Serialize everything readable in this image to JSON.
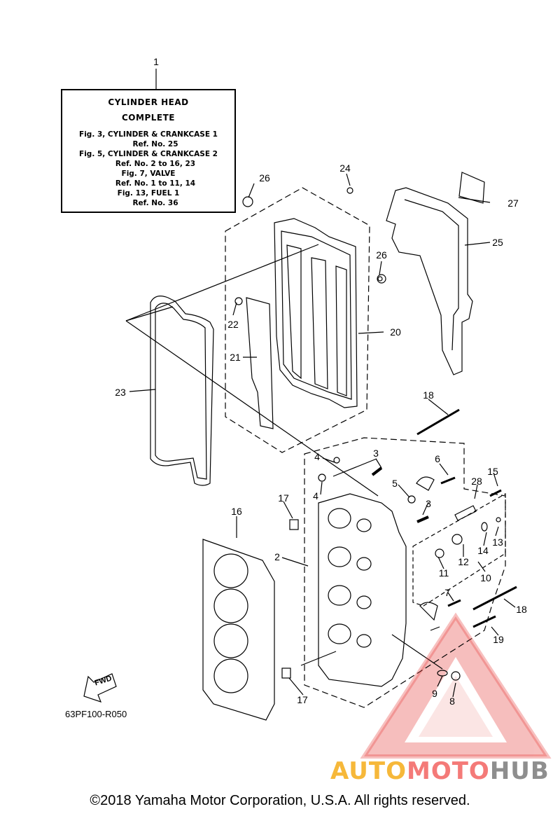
{
  "reference_box": {
    "heading_1": "CYLINDER HEAD",
    "heading_2": "COMPLETE",
    "lines": [
      {
        "text": "Fig. 3, CYLINDER & CRANKCASE 1",
        "indent": false
      },
      {
        "text": "Ref. No. 25",
        "indent": true
      },
      {
        "text": "Fig. 5, CYLINDER & CRANKCASE 2",
        "indent": false
      },
      {
        "text": "Ref. No. 2 to 16, 23",
        "indent": true
      },
      {
        "text": "Fig. 7, VALVE",
        "indent": false
      },
      {
        "text": "Ref. No. 1 to 11, 14",
        "indent": true
      },
      {
        "text": "Fig. 13, FUEL 1",
        "indent": false
      },
      {
        "text": "Ref. No. 36",
        "indent": true
      }
    ]
  },
  "callouts": {
    "c1": "1",
    "c2": "2",
    "c3a": "3",
    "c3b": "3",
    "c4a": "4",
    "c4b": "4",
    "c5": "5",
    "c6": "6",
    "c7": "7",
    "c8": "8",
    "c9": "9",
    "c10": "10",
    "c11": "11",
    "c12": "12",
    "c13": "13",
    "c14": "14",
    "c15": "15",
    "c16": "16",
    "c17a": "17",
    "c17b": "17",
    "c18a": "18",
    "c18b": "18",
    "c19": "19",
    "c20": "20",
    "c21": "21",
    "c22": "22",
    "c23": "23",
    "c24": "24",
    "c25": "25",
    "c26a": "26",
    "c26b": "26",
    "c27": "27",
    "c28": "28"
  },
  "fwd_label": "FWD",
  "drawing_code": "63PF100-R050",
  "copyright": "©2018 Yamaha Motor Corporation, U.S.A. All rights reserved.",
  "watermark": {
    "part1": "AUTO",
    "part2": "MOTO",
    "part3": "HUB"
  },
  "colors": {
    "watermark_red": "#e84a48",
    "watermark_orange": "#f6b83a",
    "watermark_gray": "#8e8e8e"
  }
}
